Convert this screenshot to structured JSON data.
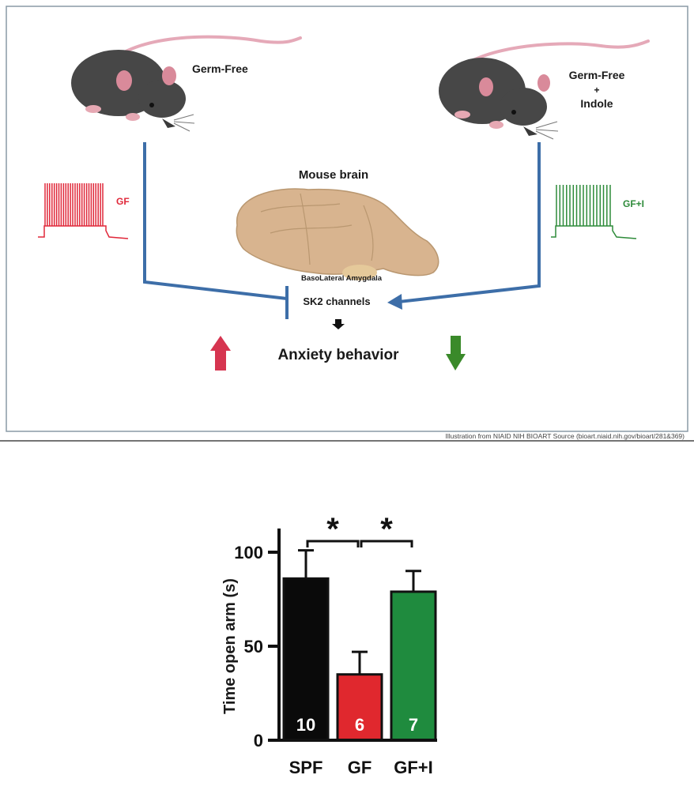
{
  "diagram": {
    "left_mouse_label": "Germ-Free",
    "right_mouse_label_line1": "Germ-Free",
    "right_mouse_label_plus": "+",
    "right_mouse_label_line2": "Indole",
    "brain_title": "Mouse brain",
    "brain_region": "BasoLateral Amygdala",
    "channel_label": "SK2 channels",
    "outcome_label": "Anxiety behavior",
    "trace_left_label": "GF",
    "trace_right_label": "GF+I",
    "credit": "Illustration from NIAID NIH BIOART Source (bioart.niaid.nih.gov/bioart/281&369)",
    "colors": {
      "frame": "#8a9aa5",
      "pathway": "#3d6ea8",
      "gf": "#e0283a",
      "gfi": "#2e8b3a",
      "mouse": "#4a4a4a",
      "brain": "#d8b48f"
    }
  },
  "chart_data": {
    "type": "bar",
    "categories": [
      "SPF",
      "GF",
      "GF+I"
    ],
    "values": [
      86,
      35,
      79
    ],
    "errors": [
      15,
      12,
      11
    ],
    "n_labels": [
      "10",
      "6",
      "7"
    ],
    "colors": [
      "#0a0a0a",
      "#e0282e",
      "#1f8b3e"
    ],
    "ylabel": "Time open arm (s)",
    "ylim": [
      0,
      100
    ],
    "yticks": [
      0,
      50,
      100
    ],
    "significance": [
      {
        "from": 0,
        "to": 1,
        "mark": "*"
      },
      {
        "from": 1,
        "to": 2,
        "mark": "*"
      }
    ]
  }
}
